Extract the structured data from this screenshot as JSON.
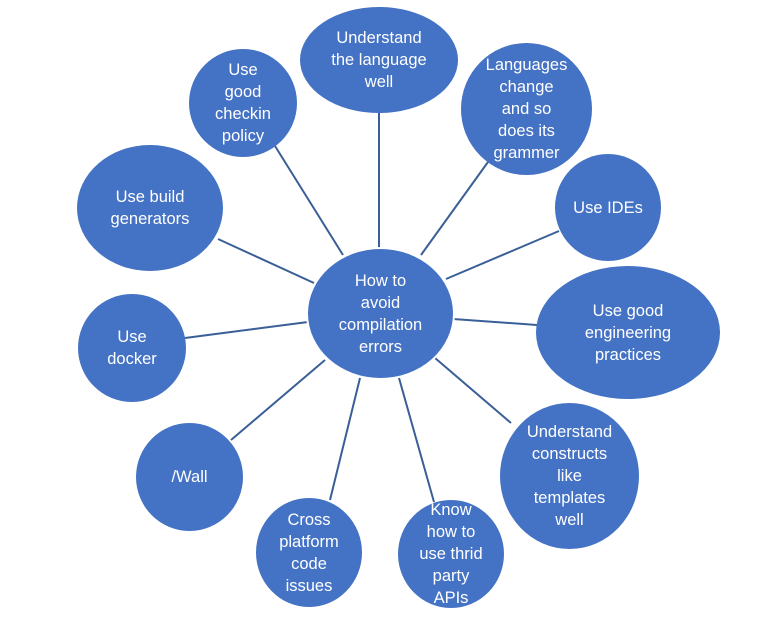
{
  "diagram": {
    "center": {
      "label": "How to\navoid\ncompilation\nerrors"
    },
    "nodes": [
      {
        "id": "understand-language",
        "label": "Understand\nthe language\nwell"
      },
      {
        "id": "languages-change",
        "label": "Languages\nchange\nand so\ndoes its\ngrammer"
      },
      {
        "id": "use-ides",
        "label": "Use IDEs"
      },
      {
        "id": "good-engineering",
        "label": "Use good\nengineering\npractices"
      },
      {
        "id": "understand-constructs",
        "label": "Understand\nconstructs\nlike\ntemplates\nwell"
      },
      {
        "id": "third-party-apis",
        "label": "Know\nhow to\nuse thrid\nparty\nAPIs"
      },
      {
        "id": "cross-platform",
        "label": "Cross\nplatform\ncode\nissues"
      },
      {
        "id": "wall",
        "label": "/Wall"
      },
      {
        "id": "use-docker",
        "label": "Use\ndocker"
      },
      {
        "id": "build-generators",
        "label": "Use build\ngenerators"
      },
      {
        "id": "checkin-policy",
        "label": "Use\ngood\ncheckin\npolicy"
      }
    ],
    "colors": {
      "node_fill": "#4472c4",
      "connector": "#3a5f97",
      "text": "#ffffff"
    }
  }
}
